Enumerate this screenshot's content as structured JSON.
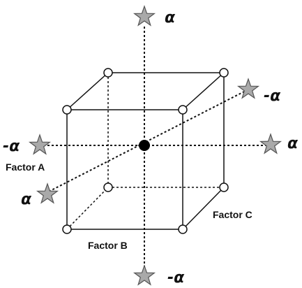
{
  "labels": {
    "alpha_top": "α",
    "alpha_bottom": "-α",
    "alpha_left": "-α",
    "alpha_right": "α",
    "alpha_upper_right": "-α",
    "alpha_lower_left": "α",
    "factor_a": "Factor A",
    "factor_b": "Factor B",
    "factor_c": "Factor C"
  },
  "colors": {
    "star_fill": "#a9a9a9",
    "center_point": "#000000",
    "corner_fill": "#ffffff"
  }
}
